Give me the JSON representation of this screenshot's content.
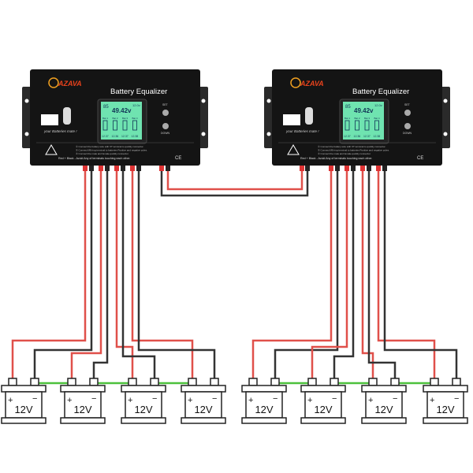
{
  "devices": [
    {
      "brand": "AZAVA",
      "title": "Battery Equalizer",
      "lcd_top": "85",
      "lcd_voltage": "49.42v",
      "lcd_side": "12.0v",
      "bat_labels": [
        "Bat 1",
        "Bat 2",
        "Bat 3",
        "Bat 4"
      ],
      "bat_values": [
        "12.37",
        "12.36",
        "12.37",
        "12.38"
      ],
      "btn_set": "SET",
      "btn_down": "DOWN",
      "tagline": "your Batteries mate !",
      "warnings": [
        "① Connect the battery wire with XT terminal to quickly connector.",
        "② Connect M8 ring terminal to batteries Positive and negative poles.",
        "③ Connect the male and female quickly connector."
      ],
      "color_note": "Red + Black - Avoid Any of terminals touching each other.",
      "ce": "CE"
    },
    {
      "brand": "AZAVA",
      "title": "Battery Equalizer",
      "lcd_top": "85",
      "lcd_voltage": "49.42v",
      "lcd_side": "12.0v",
      "bat_labels": [
        "Bat 1",
        "Bat 2",
        "Bat 3",
        "Bat 4"
      ],
      "bat_values": [
        "12.37",
        "12.36",
        "12.37",
        "12.38"
      ],
      "btn_set": "SET",
      "btn_down": "DOWN",
      "tagline": "your Batteries mate !",
      "warnings": [
        "① Connect the battery wire with XT terminal to quickly connector.",
        "② Connect M8 ring terminal to batteries Positive and negative poles.",
        "③ Connect the male and female quickly connector."
      ],
      "color_note": "Red + Black - Avoid Any of terminals touching each other.",
      "ce": "CE"
    }
  ],
  "batteries": [
    {
      "label": "12V",
      "plus": "+",
      "minus": "−"
    },
    {
      "label": "12V",
      "plus": "+",
      "minus": "−"
    },
    {
      "label": "12V",
      "plus": "+",
      "minus": "−"
    },
    {
      "label": "12V",
      "plus": "+",
      "minus": "−"
    },
    {
      "label": "12V",
      "plus": "+",
      "minus": "−"
    },
    {
      "label": "12V",
      "plus": "+",
      "minus": "−"
    },
    {
      "label": "12V",
      "plus": "+",
      "minus": "−"
    },
    {
      "label": "12V",
      "plus": "+",
      "minus": "−"
    }
  ],
  "colors": {
    "positive_wire": "#e0504a",
    "negative_wire": "#333333",
    "series_link": "#4cc13c",
    "lcd": "#6fe3b0",
    "body": "#141414",
    "brand": "#e8421c"
  }
}
